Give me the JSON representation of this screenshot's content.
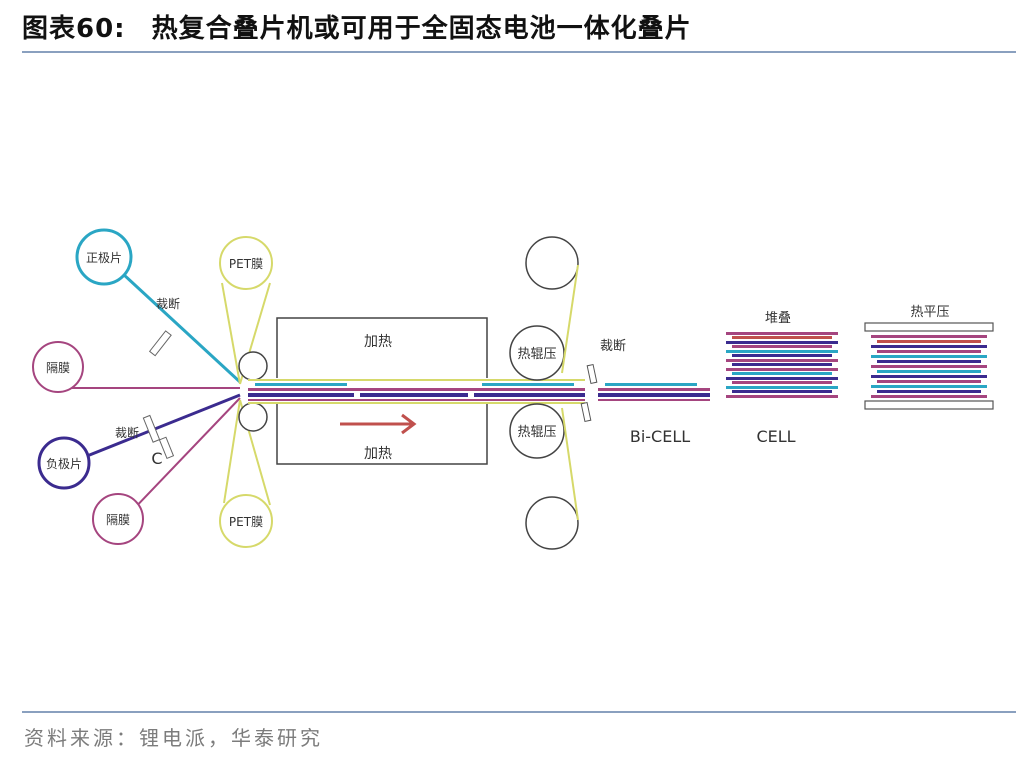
{
  "header": {
    "figure_label": "图表60:",
    "title": "热复合叠片机或可用于全固态电池一体化叠片"
  },
  "diagram": {
    "positive_sheet": "正极片",
    "negative_sheet": "负极片",
    "separator_top": "隔膜",
    "separator_bottom": "隔膜",
    "pet_top": "PET膜",
    "pet_bottom": "PET膜",
    "cut_top": "裁断",
    "cut_bottom": "裁断",
    "cut_right": "裁断",
    "cutter_letter": "C",
    "heat_top": "加热",
    "heat_bottom": "加热",
    "hot_roll_top": "热辊压",
    "hot_roll_bottom": "热辊压",
    "bicell": "Bi-CELL",
    "cell": "CELL",
    "stacking": "堆叠",
    "hot_press": "热平压"
  },
  "footer": {
    "source": "资料来源：锂电派，华泰研究"
  },
  "colors": {
    "cathode": "#2aa6c4",
    "anode": "#3b2b8f",
    "separator": "#a5457f",
    "pet": "#d6d96a",
    "arrow": "#c0504d",
    "rule": "#8aa0bf"
  }
}
